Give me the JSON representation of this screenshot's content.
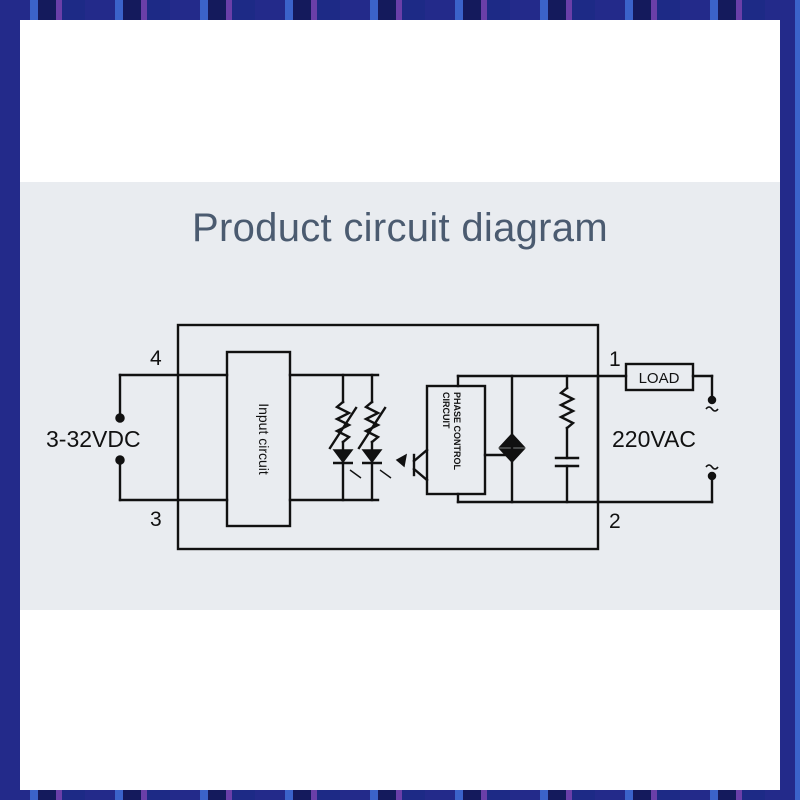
{
  "diagram": {
    "title": "Product circuit diagram",
    "dc_label": "3-32VDC",
    "ac_label": "220VAC",
    "pin1": "1",
    "pin2": "2",
    "pin3": "3",
    "pin4": "4",
    "input_block": "Input circuit",
    "phase_line1": "PHASE CONTROL",
    "phase_line2": "CIRCUIT",
    "load_label": "LOAD",
    "colors": {
      "line": "#111111",
      "title": "#4b5b70",
      "band": "#e9ecf0"
    }
  }
}
